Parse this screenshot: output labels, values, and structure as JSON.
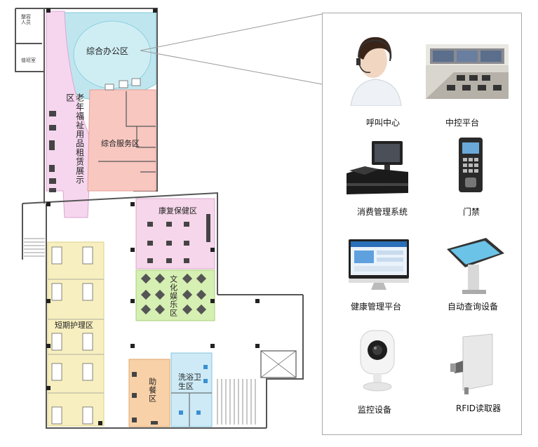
{
  "floorplan": {
    "zones": {
      "office": "综合办公区",
      "service": "综合服务区",
      "elder_products": "老年福祉用品租赁展示区",
      "rehab": "康复保健区",
      "culture": "文化娱乐区",
      "short_term": "短期护理区",
      "dining": "助餐区",
      "bath": "洗浴卫生区"
    },
    "small_rooms": {
      "top_left": "整容\n人员",
      "duty": "值班室"
    }
  },
  "devices": [
    {
      "label": "呼叫中心",
      "icon": "call-center-agent-icon"
    },
    {
      "label": "中控平台",
      "icon": "control-room-icon"
    },
    {
      "label": "消费管理系统",
      "icon": "pos-terminal-icon"
    },
    {
      "label": "门禁",
      "icon": "access-control-icon"
    },
    {
      "label": "健康管理平台",
      "icon": "monitor-icon"
    },
    {
      "label": "自动查询设备",
      "icon": "kiosk-icon"
    },
    {
      "label": "监控设备",
      "icon": "camera-icon"
    },
    {
      "label": "RFID读取器",
      "icon": "rfid-reader-icon"
    }
  ]
}
